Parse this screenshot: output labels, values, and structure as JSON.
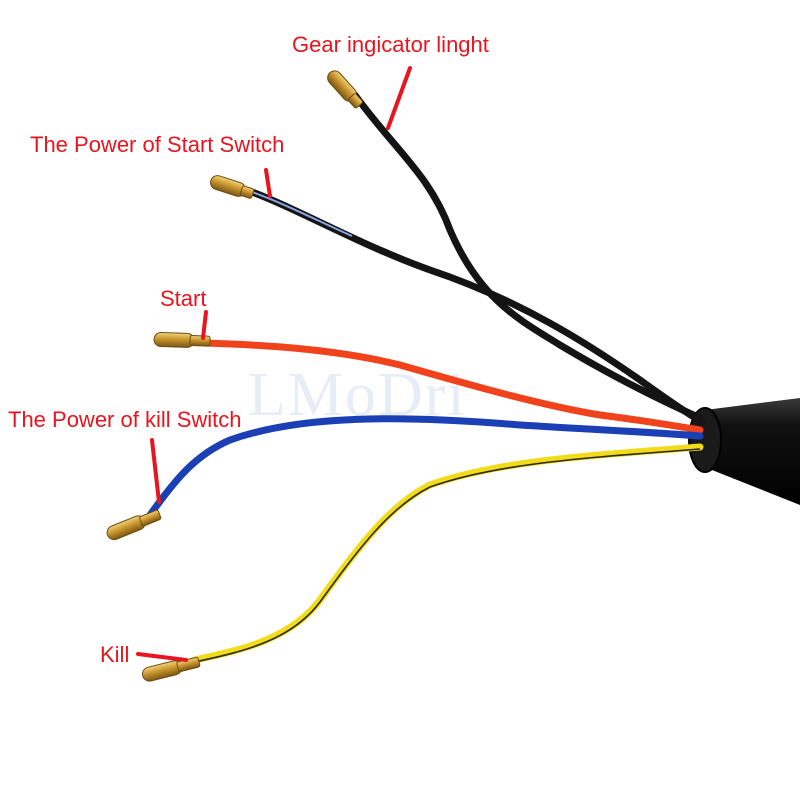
{
  "labels": {
    "gear_indicator": "Gear ingicator linght",
    "power_start_switch": "The Power of Start Switch",
    "start": "Start",
    "power_kill_switch": "The Power of kill Switch",
    "kill": "Kill"
  },
  "watermark": "LMoDri",
  "colors": {
    "label_text": "#e8141e",
    "pointer_line": "#e8141e",
    "wire_black": "#141414",
    "wire_red": "#f0431c",
    "wire_blue": "#1b3fb5",
    "wire_yellow": "#f2dc1a",
    "wire_yellow_stripe": "#2a2a10",
    "sheath": "#0c0c0c",
    "terminal_brass": "#c9962e"
  },
  "wires": [
    "black",
    "black-blue-stripe",
    "red",
    "blue",
    "yellow-black-stripe"
  ]
}
